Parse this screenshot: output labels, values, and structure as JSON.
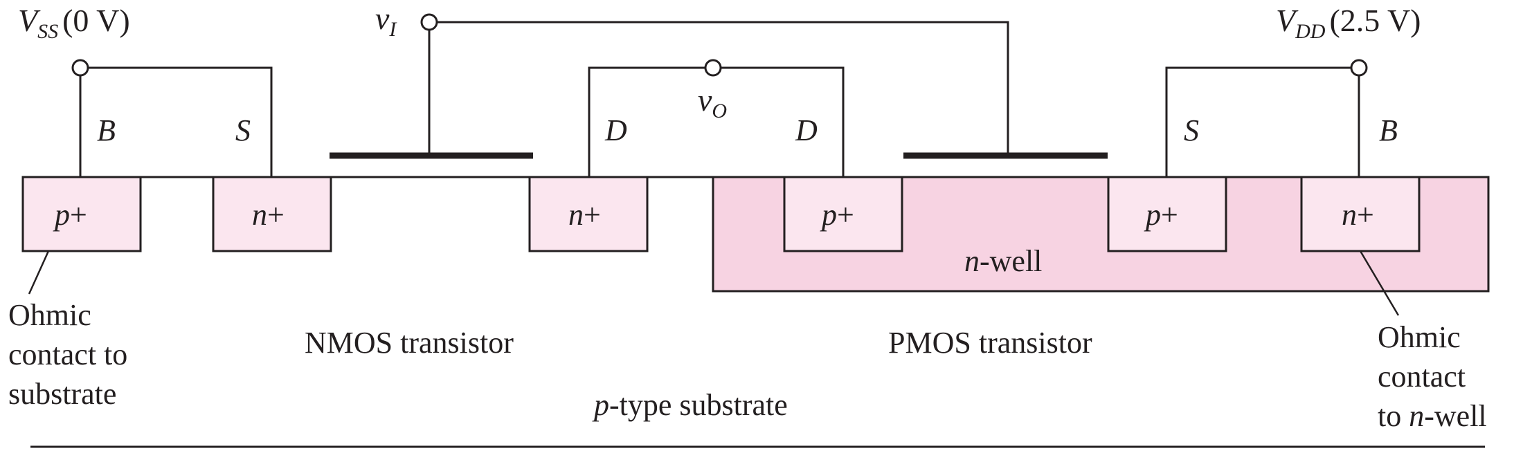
{
  "terminals": {
    "vss": {
      "symbol": "V",
      "subscript": "SS",
      "value": "(0 V)"
    },
    "vdd": {
      "symbol": "V",
      "subscript": "DD",
      "value": "(2.5 V)"
    },
    "vi": {
      "symbol": "v",
      "subscript": "I"
    },
    "vo": {
      "symbol": "v",
      "subscript": "O"
    }
  },
  "nmos": {
    "bulk": "B",
    "source": "S",
    "drain": "D",
    "body_contact": {
      "type": "p",
      "suffix": "+"
    },
    "source_region": {
      "type": "n",
      "suffix": "+"
    },
    "drain_region": {
      "type": "n",
      "suffix": "+"
    },
    "caption": "NMOS transistor"
  },
  "pmos": {
    "drain": "D",
    "source": "S",
    "bulk": "B",
    "drain_region": {
      "type": "p",
      "suffix": "+"
    },
    "source_region": {
      "type": "p",
      "suffix": "+"
    },
    "body_contact": {
      "type": "n",
      "suffix": "+"
    },
    "caption": "PMOS transistor"
  },
  "well": {
    "type": "n",
    "suffix": "-well"
  },
  "substrate": {
    "type": "p",
    "suffix": "-type substrate"
  },
  "notes": {
    "left": [
      "Ohmic",
      "contact to",
      "substrate"
    ],
    "right": {
      "line1": "Ohmic",
      "line2": "contact",
      "line3_prefix": "to ",
      "line3_type": "n",
      "line3_suffix": "-well"
    }
  },
  "colors": {
    "well_fill": "#f7d3e2",
    "diffusion_fill": "#fbe6ef",
    "ink": "#231f20"
  }
}
